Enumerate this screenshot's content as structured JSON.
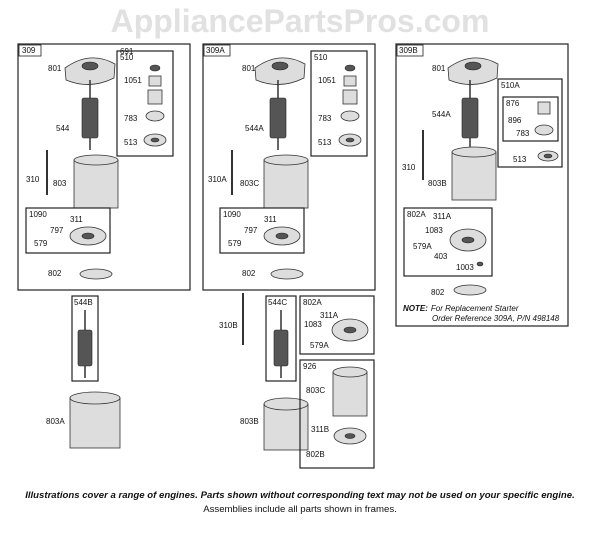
{
  "watermark": "AppliancePartsPros.com",
  "frames": {
    "f309": "309",
    "f510a": "510",
    "f1090a": "1090",
    "f544b": "544B",
    "f309a": "309A",
    "f510b": "510",
    "f1090b": "1090",
    "f544c": "544C",
    "f802a_mid": "802A",
    "f926": "926",
    "f309b": "309B",
    "f510a_r": "510A",
    "f876": "876",
    "f802a_r": "802A"
  },
  "labels": {
    "p801a": "801",
    "p1051a": "1051",
    "p783a": "783",
    "p513a": "513",
    "p544": "544",
    "p310": "310",
    "p803": "803",
    "p311a": "311",
    "p797a": "797",
    "p579a": "579",
    "p802a": "802",
    "p803a_lower": "803A",
    "p801b": "801",
    "p1051b": "1051",
    "p783b": "783",
    "p513b": "513",
    "p544a": "544A",
    "p310a": "310A",
    "p803c": "803C",
    "p311b": "311",
    "p797b": "797",
    "p579b": "579",
    "p802b": "802",
    "p310b": "310B",
    "p803b": "803B",
    "p311a_mid": "311A",
    "p1083_mid": "1083",
    "p579a_mid": "579A",
    "p803c_926": "803C",
    "p311b_926": "311B",
    "p802b_926": "802B",
    "p801c": "801",
    "p544a_r": "544A",
    "p896": "896",
    "p783c": "783",
    "p513c": "513",
    "p310c": "310",
    "p803b_r": "803B",
    "p311a_r": "311A",
    "p1083_r": "1083",
    "p579a_r": "579A",
    "p403": "403",
    "p1003": "1003",
    "p802c": "802",
    "stray": "691"
  },
  "note": {
    "prefix": "NOTE:",
    "line1": "For Replacement Starter",
    "line2": "Order Reference 309A, P/N 498148"
  },
  "footer": {
    "line1": "Illustrations cover a range of engines. Parts shown without corresponding text may not be used on your specific engine.",
    "line2": "Assemblies include all parts shown in frames."
  }
}
